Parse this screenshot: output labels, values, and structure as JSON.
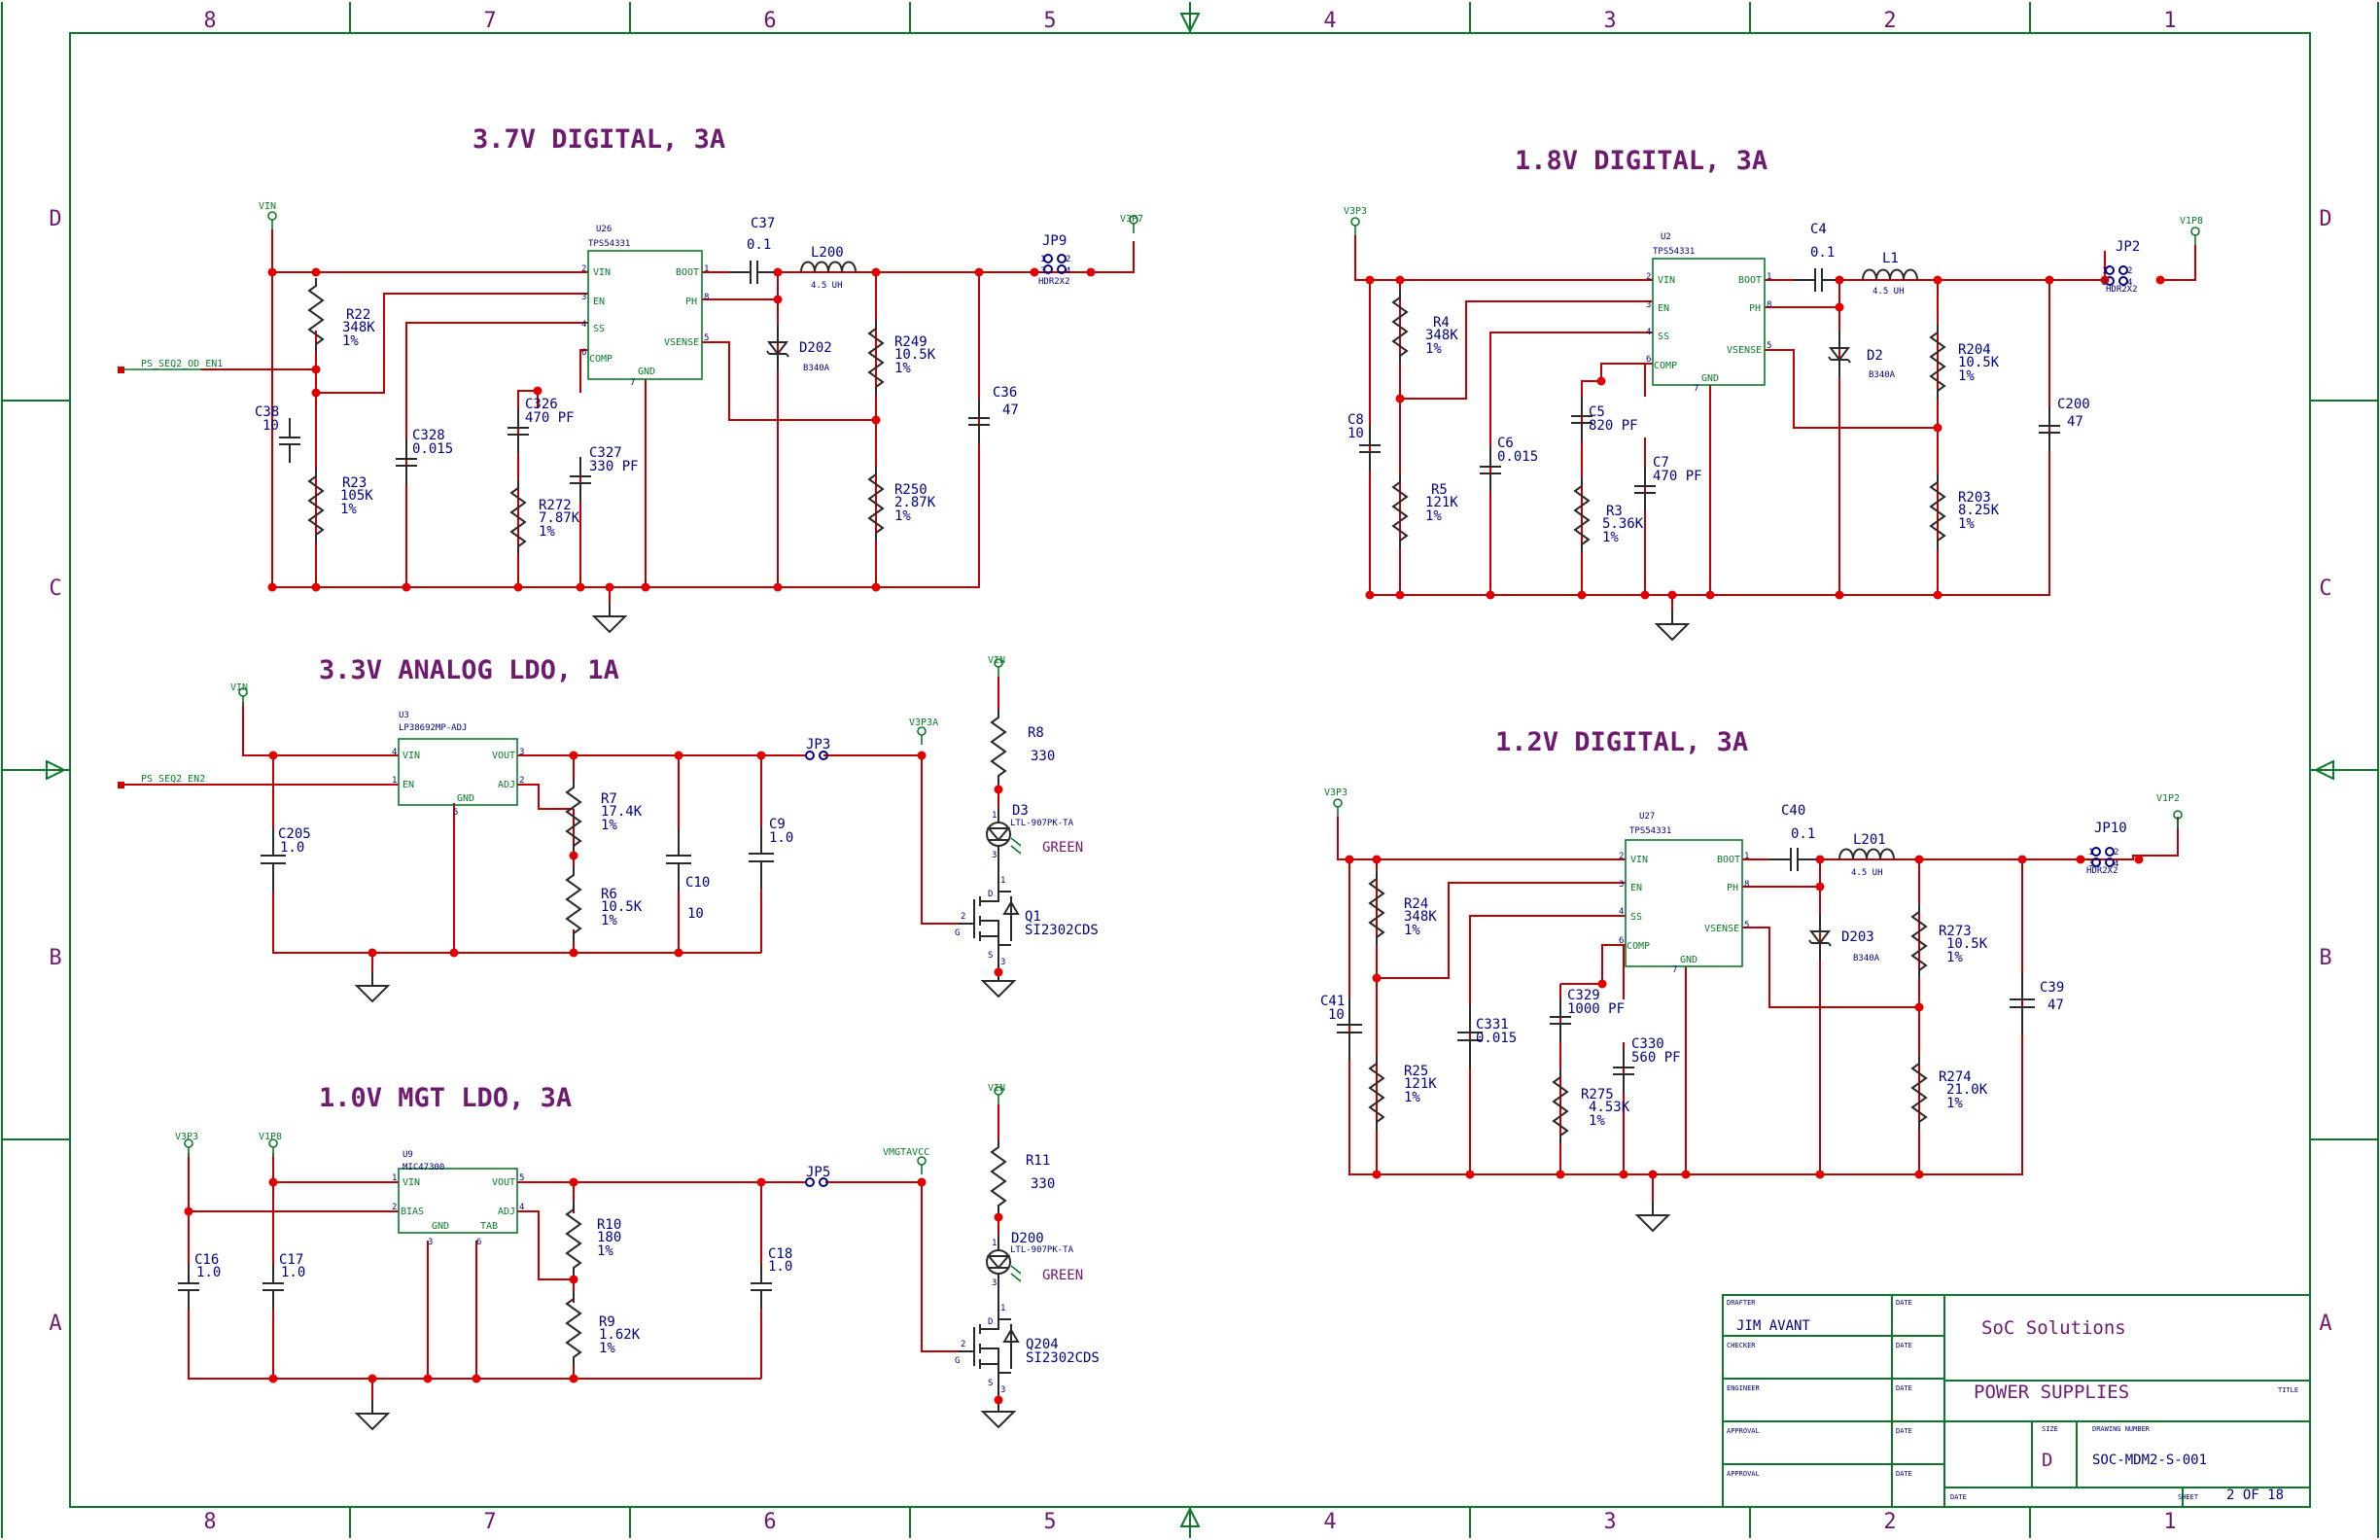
{
  "border": {
    "cols": [
      "8",
      "7",
      "6",
      "5",
      "4",
      "3",
      "2",
      "1"
    ],
    "rows": [
      "D",
      "C",
      "B",
      "A"
    ]
  },
  "titles": {
    "d37": "3.7V DIGITAL, 3A",
    "d18": "1.8V DIGITAL, 3A",
    "a33": "3.3V ANALOG LDO, 1A",
    "d12": "1.2V DIGITAL, 3A",
    "m10": "1.0V MGT LDO, 3A"
  },
  "c37": {
    "vin": "VIN",
    "out": "V3P7",
    "net_en": "PS_SEQ2_OD_EN1",
    "u_ref": "U26",
    "u_part": "TPS54331",
    "pins": {
      "vin": "VIN",
      "en": "EN",
      "ss": "SS",
      "comp": "COMP",
      "gnd": "GND",
      "boot": "BOOT",
      "ph": "PH",
      "vsense": "VSENSE"
    },
    "nums": {
      "vin": "2",
      "en": "3",
      "ss": "4",
      "comp": "6",
      "gnd": "7",
      "boot": "1",
      "ph": "8",
      "vsense": "5"
    },
    "c_boot_ref": "C37",
    "c_boot_val": "0.1",
    "l_ref": "L200",
    "l_val": "4.5 UH",
    "jp_ref": "JP9",
    "jp_part": "HDR2X2",
    "jp1": "1",
    "jp2": "2",
    "jp3": "3",
    "jp4": "4",
    "r22_ref": "R22",
    "r22_val": "348K",
    "r22_tol": "1%",
    "r23_ref": "R23",
    "r23_val": "105K",
    "r23_tol": "1%",
    "c38_ref": "C38",
    "c38_val": "10",
    "c328_ref": "C328",
    "c328_val": "0.015",
    "c326_ref": "C326",
    "c326_val": "470 PF",
    "r272_ref": "R272",
    "r272_val": "7.87K",
    "r272_tol": "1%",
    "c327_ref": "C327",
    "c327_val": "330 PF",
    "d_ref": "D202",
    "d_part": "B340A",
    "r249_ref": "R249",
    "r249_val": "10.5K",
    "r249_tol": "1%",
    "r250_ref": "R250",
    "r250_val": "2.87K",
    "r250_tol": "1%",
    "c36_ref": "C36",
    "c36_val": "47"
  },
  "c18": {
    "vin": "V3P3",
    "out": "V1P8",
    "u_ref": "U2",
    "u_part": "TPS54331",
    "pins": {
      "vin": "VIN",
      "en": "EN",
      "ss": "SS",
      "comp": "COMP",
      "gnd": "GND",
      "boot": "BOOT",
      "ph": "PH",
      "vsense": "VSENSE"
    },
    "nums": {
      "vin": "2",
      "en": "3",
      "ss": "4",
      "comp": "6",
      "gnd": "7",
      "boot": "1",
      "ph": "8",
      "vsense": "5"
    },
    "c_boot_ref": "C4",
    "c_boot_val": "0.1",
    "l_ref": "L1",
    "l_val": "4.5 UH",
    "jp_ref": "JP2",
    "jp_part": "HDR2X2",
    "jp1": "1",
    "jp2": "2",
    "jp3": "3",
    "jp4": "4",
    "r4_ref": "R4",
    "r4_val": "348K",
    "r4_tol": "1%",
    "r5_ref": "R5",
    "r5_val": "121K",
    "r5_tol": "1%",
    "c8_ref": "C8",
    "c8_val": "10",
    "c6_ref": "C6",
    "c6_val": "0.015",
    "c5_ref": "C5",
    "c5_val": "820 PF",
    "r3_ref": "R3",
    "r3_val": "5.36K",
    "r3_tol": "1%",
    "c7_ref": "C7",
    "c7_val": "470 PF",
    "d_ref": "D2",
    "d_part": "B340A",
    "r204_ref": "R204",
    "r204_val": "10.5K",
    "r204_tol": "1%",
    "r203_ref": "R203",
    "r203_val": "8.25K",
    "r203_tol": "1%",
    "c200_ref": "C200",
    "c200_val": "47"
  },
  "c33": {
    "vin": "VIN",
    "net_en": "PS_SEQ2_EN2",
    "out": "V3P3A",
    "u_ref": "U3",
    "u_part": "LP38692MP-ADJ",
    "pins": {
      "vin": "VIN",
      "en": "EN",
      "gnd": "GND",
      "vout": "VOUT",
      "adj": "ADJ"
    },
    "nums": {
      "vin": "4",
      "en": "1",
      "gnd": "5",
      "vout": "3",
      "adj": "2"
    },
    "c205_ref": "C205",
    "c205_val": "1.0",
    "r7_ref": "R7",
    "r7_val": "17.4K",
    "r7_tol": "1%",
    "r6_ref": "R6",
    "r6_val": "10.5K",
    "r6_tol": "1%",
    "c10_ref": "C10",
    "c10_val": "10",
    "c9_ref": "C9",
    "c9_val": "1.0",
    "jp_ref": "JP3",
    "led_vin": "VIN",
    "r8_ref": "R8",
    "r8_val": "330",
    "d3_ref": "D3",
    "d3_part": "LTL-907PK-TA",
    "d3_color": "GREEN",
    "q_ref": "Q1",
    "q_part": "SI2302CDS",
    "q_pins": {
      "d": "D",
      "g": "G",
      "s": "S",
      "n1": "1",
      "n2": "2",
      "n3": "3"
    }
  },
  "c12": {
    "vin": "V3P3",
    "out": "V1P2",
    "u_ref": "U27",
    "u_part": "TPS54331",
    "pins": {
      "vin": "VIN",
      "en": "EN",
      "ss": "SS",
      "comp": "COMP",
      "gnd": "GND",
      "boot": "BOOT",
      "ph": "PH",
      "vsense": "VSENSE"
    },
    "nums": {
      "vin": "2",
      "en": "3",
      "ss": "4",
      "comp": "6",
      "gnd": "7",
      "boot": "1",
      "ph": "8",
      "vsense": "5"
    },
    "c_boot_ref": "C40",
    "c_boot_val": "0.1",
    "l_ref": "L201",
    "l_val": "4.5 UH",
    "jp_ref": "JP10",
    "jp_part": "HDR2X2",
    "jp1": "1",
    "jp2": "2",
    "jp3": "3",
    "jp4": "4",
    "r24_ref": "R24",
    "r24_val": "348K",
    "r24_tol": "1%",
    "r25_ref": "R25",
    "r25_val": "121K",
    "r25_tol": "1%",
    "c41_ref": "C41",
    "c41_val": "10",
    "c331_ref": "C331",
    "c331_val": "0.015",
    "c329_ref": "C329",
    "c329_val": "1000 PF",
    "r275_ref": "R275",
    "r275_val": "4.53K",
    "r275_tol": "1%",
    "c330_ref": "C330",
    "c330_val": "560 PF",
    "d_ref": "D203",
    "d_part": "B340A",
    "r273_ref": "R273",
    "r273_val": "10.5K",
    "r273_tol": "1%",
    "r274_ref": "R274",
    "r274_val": "21.0K",
    "r274_tol": "1%",
    "c39_ref": "C39",
    "c39_val": "47"
  },
  "c10": {
    "v3p3": "V3P3",
    "v1p8": "V1P8",
    "out": "VMGTAVCC",
    "u_ref": "U9",
    "u_part": "MIC47300",
    "pins": {
      "vin": "VIN",
      "bias": "BIAS",
      "gnd": "GND",
      "tab": "TAB",
      "vout": "VOUT",
      "adj": "ADJ"
    },
    "nums": {
      "vin": "1",
      "bias": "2",
      "gnd": "3",
      "tab": "6",
      "vout": "5",
      "adj": "4"
    },
    "c16_ref": "C16",
    "c16_val": "1.0",
    "c17_ref": "C17",
    "c17_val": "1.0",
    "r10_ref": "R10",
    "r10_val": "180",
    "r10_tol": "1%",
    "r9_ref": "R9",
    "r9_val": "1.62K",
    "r9_tol": "1%",
    "c18_ref": "C18",
    "c18_val": "1.0",
    "jp_ref": "JP5",
    "led_vin": "VIN",
    "r11_ref": "R11",
    "r11_val": "330",
    "d_ref": "D200",
    "d_part": "LTL-907PK-TA",
    "d_color": "GREEN",
    "q_ref": "Q204",
    "q_part": "SI2302CDS",
    "q_pins": {
      "d": "D",
      "g": "G",
      "s": "S",
      "n1": "1",
      "n2": "2",
      "n3": "3"
    }
  },
  "titleblock": {
    "drafter_lbl": "DRAFTER",
    "drafter": "JIM AVANT",
    "checker_lbl": "CHECKER",
    "engineer_lbl": "ENGINEER",
    "approval1_lbl": "APPROVAL",
    "approval2_lbl": "APPROVAL",
    "date_lbl": "DATE",
    "company": "SoC Solutions",
    "title_lbl": "TITLE",
    "title": "POWER SUPPLIES",
    "size_lbl": "SIZE",
    "size": "D",
    "dwg_lbl": "DRAWING NUMBER",
    "dwg": "SOC-MDM2-S-001",
    "sheet_lbl": "SHEET",
    "sheet": "2 OF 18"
  }
}
